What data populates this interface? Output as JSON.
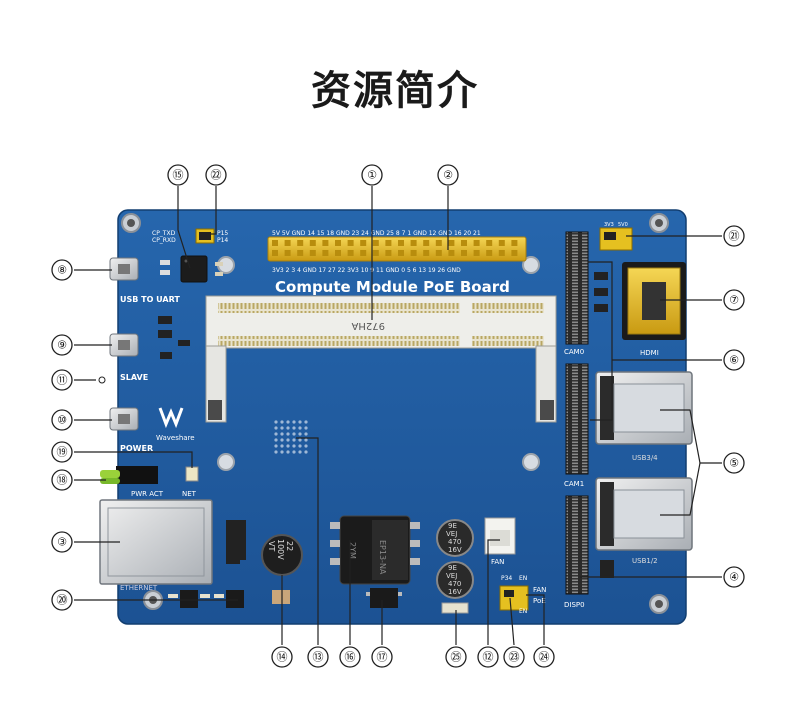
{
  "title": "资源简介",
  "board": {
    "name": "Compute Module PoE Board",
    "brand": "Waveshare",
    "pin_labels_top": "5V  5V GND 14  15  18 GND 23  24 GND 25  8   7   1  GND 12 GND 16  20  21",
    "pin_labels_bottom": "3V3  2   3   4  GND 17  27  22 3V3 10  9  11 GND 0   5   6  13  19  26 GND",
    "socket_mark": "972HA",
    "cp_txd": "CP_TXD",
    "cp_rxd": "CP_RXD",
    "p15": "P15",
    "p14": "P14",
    "usb_to_uart": "USB TO UART",
    "slave": "SLAVE",
    "power": "POWER",
    "pwr_act": "PWR  ACT",
    "net": "NET",
    "ethernet": "ETHERNET",
    "cam0": "CAM0",
    "cam1": "CAM1",
    "disp0": "DISP0",
    "hdmi": "HDMI",
    "usb34": "USB3/4",
    "usb12": "USB1/2",
    "fan_label": "FAN",
    "p34": "P34",
    "en_top": "EN",
    "fan_jumper": "FAN",
    "poe_jumper": "PoE",
    "en_bottom": "EN",
    "jumper_3v3": "3V3",
    "jumper_5v0": "5V0",
    "cap_big": [
      "22",
      "100V",
      "VT"
    ],
    "cap_small_1": [
      "9E",
      "VEJ",
      "470",
      "16V"
    ],
    "cap_small_2": [
      "9E",
      "VEJ",
      "470",
      "16V"
    ],
    "transformer_mark": [
      "EP13-NA",
      "2YM"
    ]
  },
  "callouts": [
    {
      "id": "c1",
      "label": "①"
    },
    {
      "id": "c2",
      "label": "②"
    },
    {
      "id": "c15",
      "label": "⑮"
    },
    {
      "id": "c22",
      "label": "㉒"
    },
    {
      "id": "c21",
      "label": "㉑"
    },
    {
      "id": "c8",
      "label": "⑧"
    },
    {
      "id": "c7",
      "label": "⑦"
    },
    {
      "id": "c9",
      "label": "⑨"
    },
    {
      "id": "c6",
      "label": "⑥"
    },
    {
      "id": "c11",
      "label": "⑪"
    },
    {
      "id": "c10",
      "label": "⑩"
    },
    {
      "id": "c5",
      "label": "⑤"
    },
    {
      "id": "c19",
      "label": "⑲"
    },
    {
      "id": "c18",
      "label": "⑱"
    },
    {
      "id": "c3",
      "label": "③"
    },
    {
      "id": "c4",
      "label": "④"
    },
    {
      "id": "c20",
      "label": "⑳"
    },
    {
      "id": "c14",
      "label": "⑭"
    },
    {
      "id": "c13",
      "label": "⑬"
    },
    {
      "id": "c16",
      "label": "⑯"
    },
    {
      "id": "c17",
      "label": "⑰"
    },
    {
      "id": "c25",
      "label": "㉕"
    },
    {
      "id": "c12",
      "label": "⑫"
    },
    {
      "id": "c23",
      "label": "㉓"
    },
    {
      "id": "c24",
      "label": "㉔"
    }
  ],
  "colors": {
    "pcb": "#1f5a9e",
    "pcb_dark": "#17467d",
    "header_gold": "#e8c22a",
    "silk": "#ffffff"
  }
}
